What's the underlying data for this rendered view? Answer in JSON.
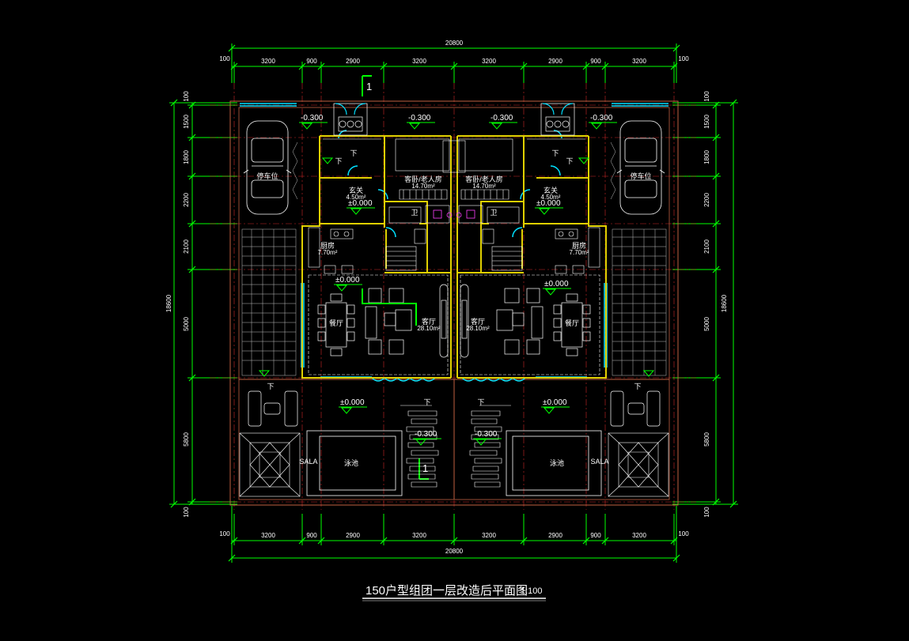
{
  "drawing": {
    "title": "150户型组团一层改造后平面图",
    "scale": "1:100",
    "section_mark": "1"
  },
  "dims": {
    "total_width": "20800",
    "total_height": "18600",
    "edge": "100",
    "horizontal": [
      "3200",
      "900",
      "2900",
      "3200",
      "3200",
      "2900",
      "900",
      "3200"
    ],
    "vertical": [
      "1500",
      "1800",
      "2200",
      "2100",
      "5000",
      "5800"
    ]
  },
  "rooms": {
    "garage": "停车位",
    "entry": "玄关",
    "entry_area": "4.50m²",
    "kitchen": "厨房",
    "kitchen_area": "7.70m²",
    "bedroom": "客卧/老人房",
    "bedroom_area": "14.70m²",
    "living": "客厅",
    "living_area": "28.10m²",
    "dining": "餐厅",
    "pool": "泳池",
    "sala": "SALA",
    "down": "下",
    "wc": "卫"
  },
  "elevations": {
    "e_neg030": "-0.300",
    "e_pm000": "±0.000"
  },
  "colors": {
    "background": "#000000",
    "dimension": "#00ff00",
    "wall": "#e0d000",
    "grid": "#ff3030",
    "window": "#00e0ff",
    "outline": "#c06040",
    "furniture": "#ffffff"
  }
}
